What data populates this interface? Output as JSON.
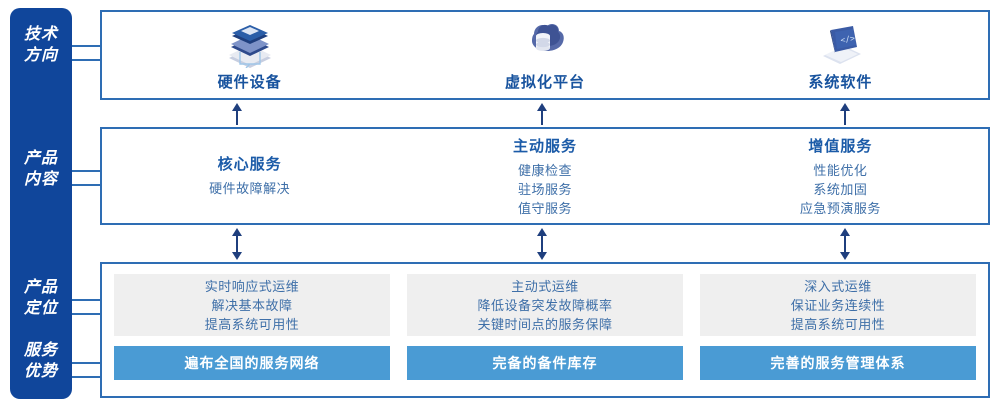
{
  "diagram": {
    "rail": {
      "items": [
        {
          "name": "tech-direction",
          "line1": "技术",
          "line2": "方向"
        },
        {
          "name": "product-content",
          "line1": "产品",
          "line2": "内容"
        },
        {
          "name": "product-position",
          "line1": "产品",
          "line2": "定位"
        },
        {
          "name": "service-advantage",
          "line1": "服务",
          "line2": "优势"
        }
      ]
    },
    "tech_section": {
      "columns": [
        {
          "icon": "server-stack-icon",
          "label": "硬件设备"
        },
        {
          "icon": "cloud-database-icon",
          "label": "虚拟化平台"
        },
        {
          "icon": "laptop-code-icon",
          "label": "系统软件"
        }
      ]
    },
    "content_section": {
      "columns": [
        {
          "title": "核心服务",
          "items": [
            "硬件故障解决"
          ]
        },
        {
          "title": "主动服务",
          "items": [
            "健康检查",
            "驻场服务",
            "值守服务"
          ]
        },
        {
          "title": "增值服务",
          "items": [
            "性能优化",
            "系统加固",
            "应急预演服务"
          ]
        }
      ]
    },
    "position_section": {
      "cards": [
        {
          "lines": [
            "实时响应式运维",
            "解决基本故障",
            "提高系统可用性"
          ]
        },
        {
          "lines": [
            "主动式运维",
            "降低设备突发故障概率",
            "关键时间点的服务保障"
          ]
        },
        {
          "lines": [
            "深入式运维",
            "保证业务连续性",
            "提高系统可用性"
          ]
        }
      ]
    },
    "advantage_section": {
      "bars": [
        {
          "label": "遍布全国的服务网络"
        },
        {
          "label": "完备的备件库存"
        },
        {
          "label": "完善的服务管理体系"
        }
      ]
    },
    "colors": {
      "rail_blue": "#10469B",
      "outline_blue": "#2E6DB4",
      "title_blue": "#1B5BA8",
      "text_blue": "#3E6FA8",
      "bar_blue": "#4A9BD4",
      "card_gray": "#EFEFEF",
      "arrow_navy": "#1F3F7E"
    }
  }
}
